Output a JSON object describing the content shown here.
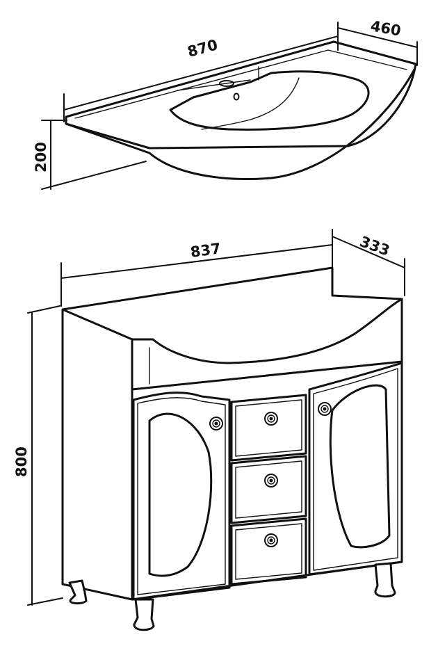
{
  "dimensions": {
    "sink_width": "870",
    "sink_depth": "460",
    "sink_height": "200",
    "cabinet_width": "837",
    "cabinet_depth": "333",
    "cabinet_height": "800"
  }
}
